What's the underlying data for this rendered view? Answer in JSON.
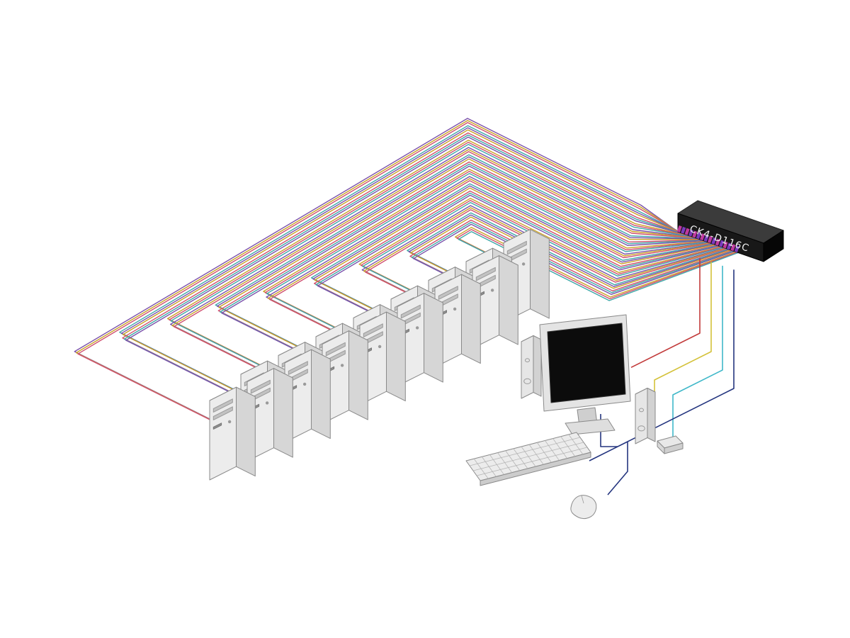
{
  "diagram": {
    "device_label": "CK4-D116C",
    "computer_count": 16,
    "computer_rows": 2,
    "computers_per_row": 8,
    "bundle_colors": [
      "#7b52ab",
      "#c9a227",
      "#cf4f6f",
      "#3fa8a8"
    ],
    "connector_colors": [
      "#c0399f",
      "#7a3bbf"
    ],
    "console_cables": [
      {
        "name": "monitor-cable",
        "color": "#c23b3b"
      },
      {
        "name": "speaker-cable",
        "color": "#d4c23a"
      },
      {
        "name": "aux-cable",
        "color": "#3fb8c9"
      },
      {
        "name": "keyboard-mouse-cable",
        "color": "#24357f"
      }
    ],
    "console_components": [
      "monitor",
      "keyboard",
      "mouse",
      "speaker-left",
      "speaker-right",
      "remote-control"
    ],
    "palette": {
      "background": "#ffffff",
      "tower_front": "#ececec",
      "tower_side": "#d6d6d6",
      "tower_top": "#f7f7f7",
      "outline": "#8a8a8a",
      "switch_top": "#3b3b3b",
      "switch_front": "#181818",
      "switch_side": "#060606",
      "screen": "#0c0c0c",
      "label_color": "#f2f2f2"
    }
  }
}
